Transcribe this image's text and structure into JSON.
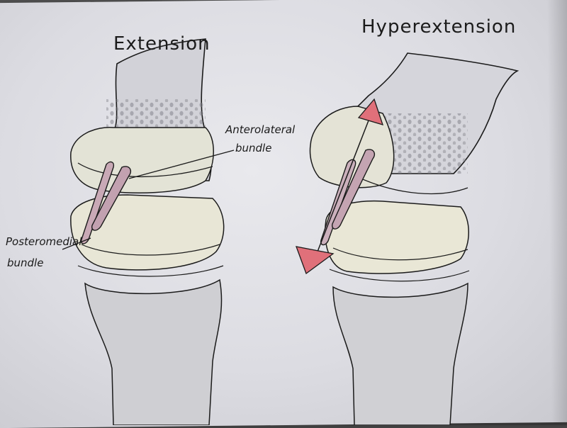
{
  "diagram": {
    "panels": [
      {
        "title": "Extension",
        "labels": {
          "anterolateral": "Anterolateral",
          "anterolateral_2": "bundle",
          "posteromedial": "Posteromedial",
          "posteromedial_2": "bundle"
        }
      },
      {
        "title": "Hyperextension"
      }
    ],
    "colors": {
      "ink": "#1b1b1b",
      "ligament": "#c9a9b6",
      "arrow": "#e0707a",
      "cartilage": "#ecebd7",
      "bone_shade": "#bfbfc4"
    }
  }
}
